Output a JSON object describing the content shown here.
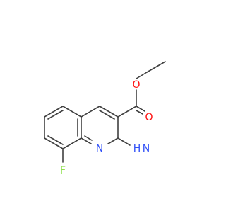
{
  "molecule": {
    "atoms": {
      "ester_oxygen": "O",
      "carbonyl_oxygen": "O",
      "ring_nitrogen": "N",
      "amino_h": "H",
      "amino_n": "N",
      "fluorine": "F"
    }
  },
  "colors": {
    "bond": "#404040",
    "oxygen": "#ff0d0d",
    "nitrogen": "#3050f8",
    "fluorine": "#90e050",
    "background": "#ffffff"
  }
}
